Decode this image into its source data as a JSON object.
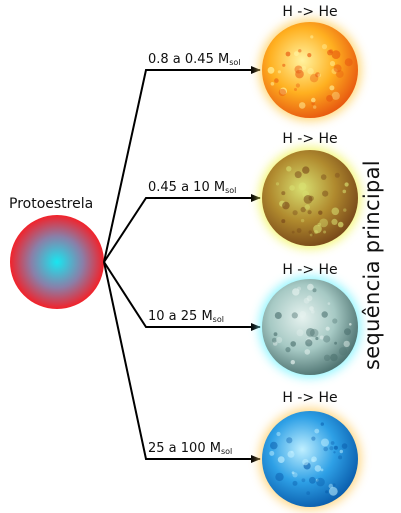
{
  "protostar": {
    "label": "Protoestrela"
  },
  "side_label": "sequência principal",
  "branches": [
    {
      "range": "0.8 a 0.45 M",
      "sub": "sol",
      "process": "H -> He",
      "colors": [
        "#fff3a0",
        "#ffb020",
        "#e85a10"
      ],
      "glow": "#ffd060"
    },
    {
      "range": "0.45 a 10 M",
      "sub": "sol",
      "process": "H -> He",
      "colors": [
        "#d8df70",
        "#b08a2e",
        "#7a4a1a"
      ],
      "glow": "#f2f560"
    },
    {
      "range": "10 a 25 M",
      "sub": "sol",
      "process": "H -> He",
      "colors": [
        "#e6f2ef",
        "#a6c9c4",
        "#4f7472"
      ],
      "glow": "#7ef4ff"
    },
    {
      "range": "25 a 100 M",
      "sub": "sol",
      "process": "H -> He",
      "colors": [
        "#bfefff",
        "#2ea0e6",
        "#0b5fae"
      ],
      "glow": "#ffd070"
    }
  ]
}
